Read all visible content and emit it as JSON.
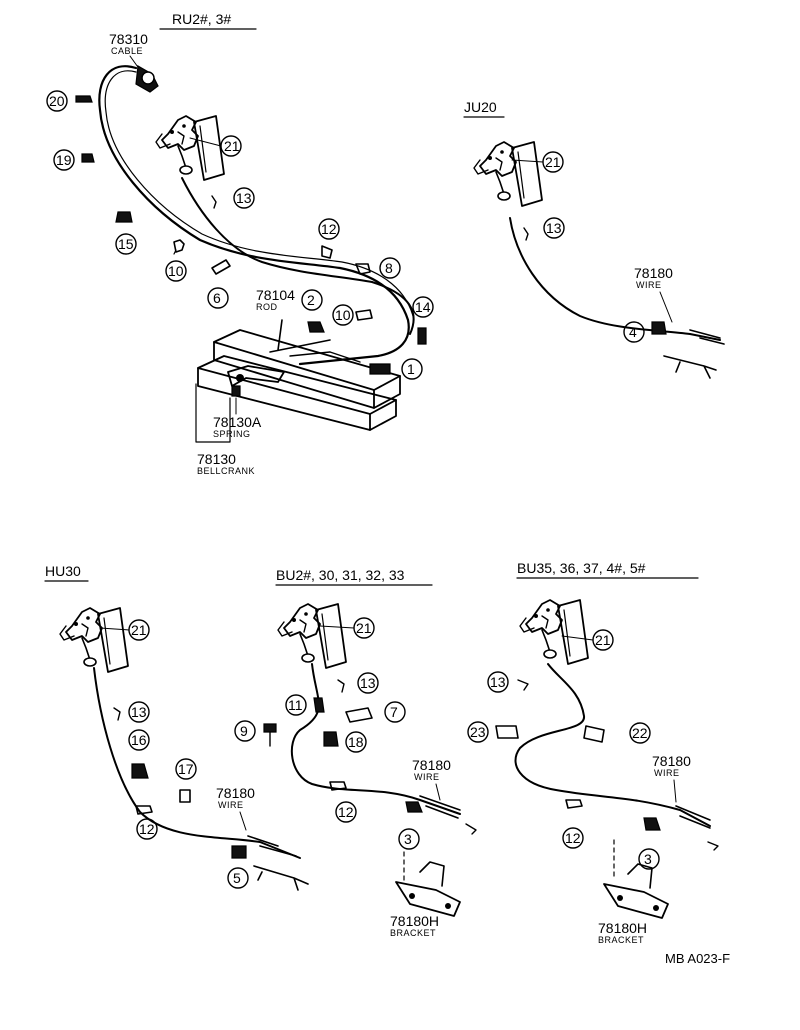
{
  "sections": {
    "ru": {
      "header": "RU2#, 3#"
    },
    "ju": {
      "header": "JU20"
    },
    "hu": {
      "header": "HU30"
    },
    "bu1": {
      "header": "BU2#, 30, 31, 32, 33"
    },
    "bu2": {
      "header": "BU35, 36, 37, 4#, 5#"
    }
  },
  "labels": {
    "cable_code": "78310",
    "cable_sub": "CABLE",
    "wire_code": "78180",
    "wire_sub": "WIRE",
    "rod_code": "78104",
    "rod_sub": "ROD",
    "spring_code": "78130A",
    "spring_sub": "SPRING",
    "bellcrank_code": "78130",
    "bellcrank_sub": "BELLCRANK",
    "bracket_code": "78180H",
    "bracket_sub": "BRACKET"
  },
  "callouts": {
    "ru": [
      "20",
      "19",
      "15",
      "10",
      "6",
      "21",
      "13",
      "12",
      "8",
      "2",
      "10",
      "14",
      "1"
    ],
    "ju": [
      "21",
      "13",
      "4"
    ],
    "hu": [
      "21",
      "13",
      "16",
      "17",
      "12",
      "5"
    ],
    "bu1": [
      "21",
      "13",
      "11",
      "7",
      "9",
      "18",
      "12",
      "3"
    ],
    "bu2": [
      "21",
      "13",
      "23",
      "22",
      "12",
      "3"
    ]
  },
  "figure_ref": "MB A023-F"
}
